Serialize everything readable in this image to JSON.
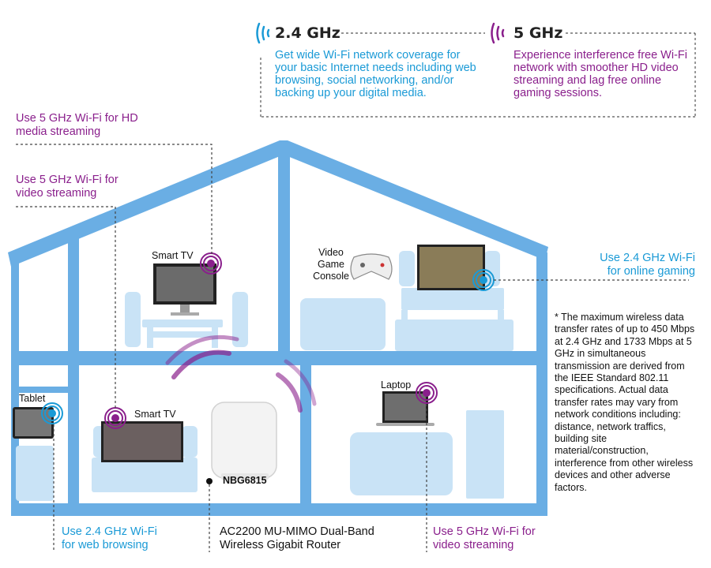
{
  "bands": {
    "b24": {
      "title": "2.4 GHz",
      "description": "Get wide Wi-Fi network coverage for your basic Internet needs including web browsing, social networking, and/or backing up your digital media.",
      "color": "#1a9ad6"
    },
    "b5": {
      "title": "5 GHz",
      "description": "Experience interference free Wi-Fi network with smoother HD video streaming and lag free online gaming sessions.",
      "color": "#8a1f8c"
    }
  },
  "callouts": {
    "hd_stream": "Use 5 GHz Wi-Fi for HD media streaming",
    "video_stream_left": "Use 5 GHz Wi-Fi for video streaming",
    "online_gaming": "Use 2.4 GHz Wi-Fi for online gaming",
    "web_browsing": "Use 2.4 GHz Wi-Fi for web browsing",
    "router_desc": "AC2200 MU-MIMO Dual-Band Wireless Gigabit Router",
    "video_stream_bottom": "Use 5 GHz Wi-Fi for video streaming"
  },
  "devices": {
    "smart_tv_upstairs": "Smart TV",
    "game_console": "Video Game Console",
    "tablet": "Tablet",
    "smart_tv_downstairs": "Smart TV",
    "laptop": "Laptop",
    "router_model": "NBG6815"
  },
  "footnote": "* The maximum wireless data transfer rates of up to 450 Mbps at 2.4 GHz and 1733 Mbps at 5 GHz in simultaneous transmission are derived from the IEEE Standard 802.11 specifications. Actual data transfer rates may vary from network conditions including: distance, network traffics, building site material/construction, interference from other wireless devices and other adverse factors.",
  "colors": {
    "house": "#6aaee4",
    "furniture": "#c9e3f6",
    "blue_band": "#1a9ad6",
    "purple_band": "#8a1f8c"
  },
  "icons": [
    "wifi-signal-icon",
    "game-controller-icon",
    "router-icon",
    "house-outline"
  ]
}
